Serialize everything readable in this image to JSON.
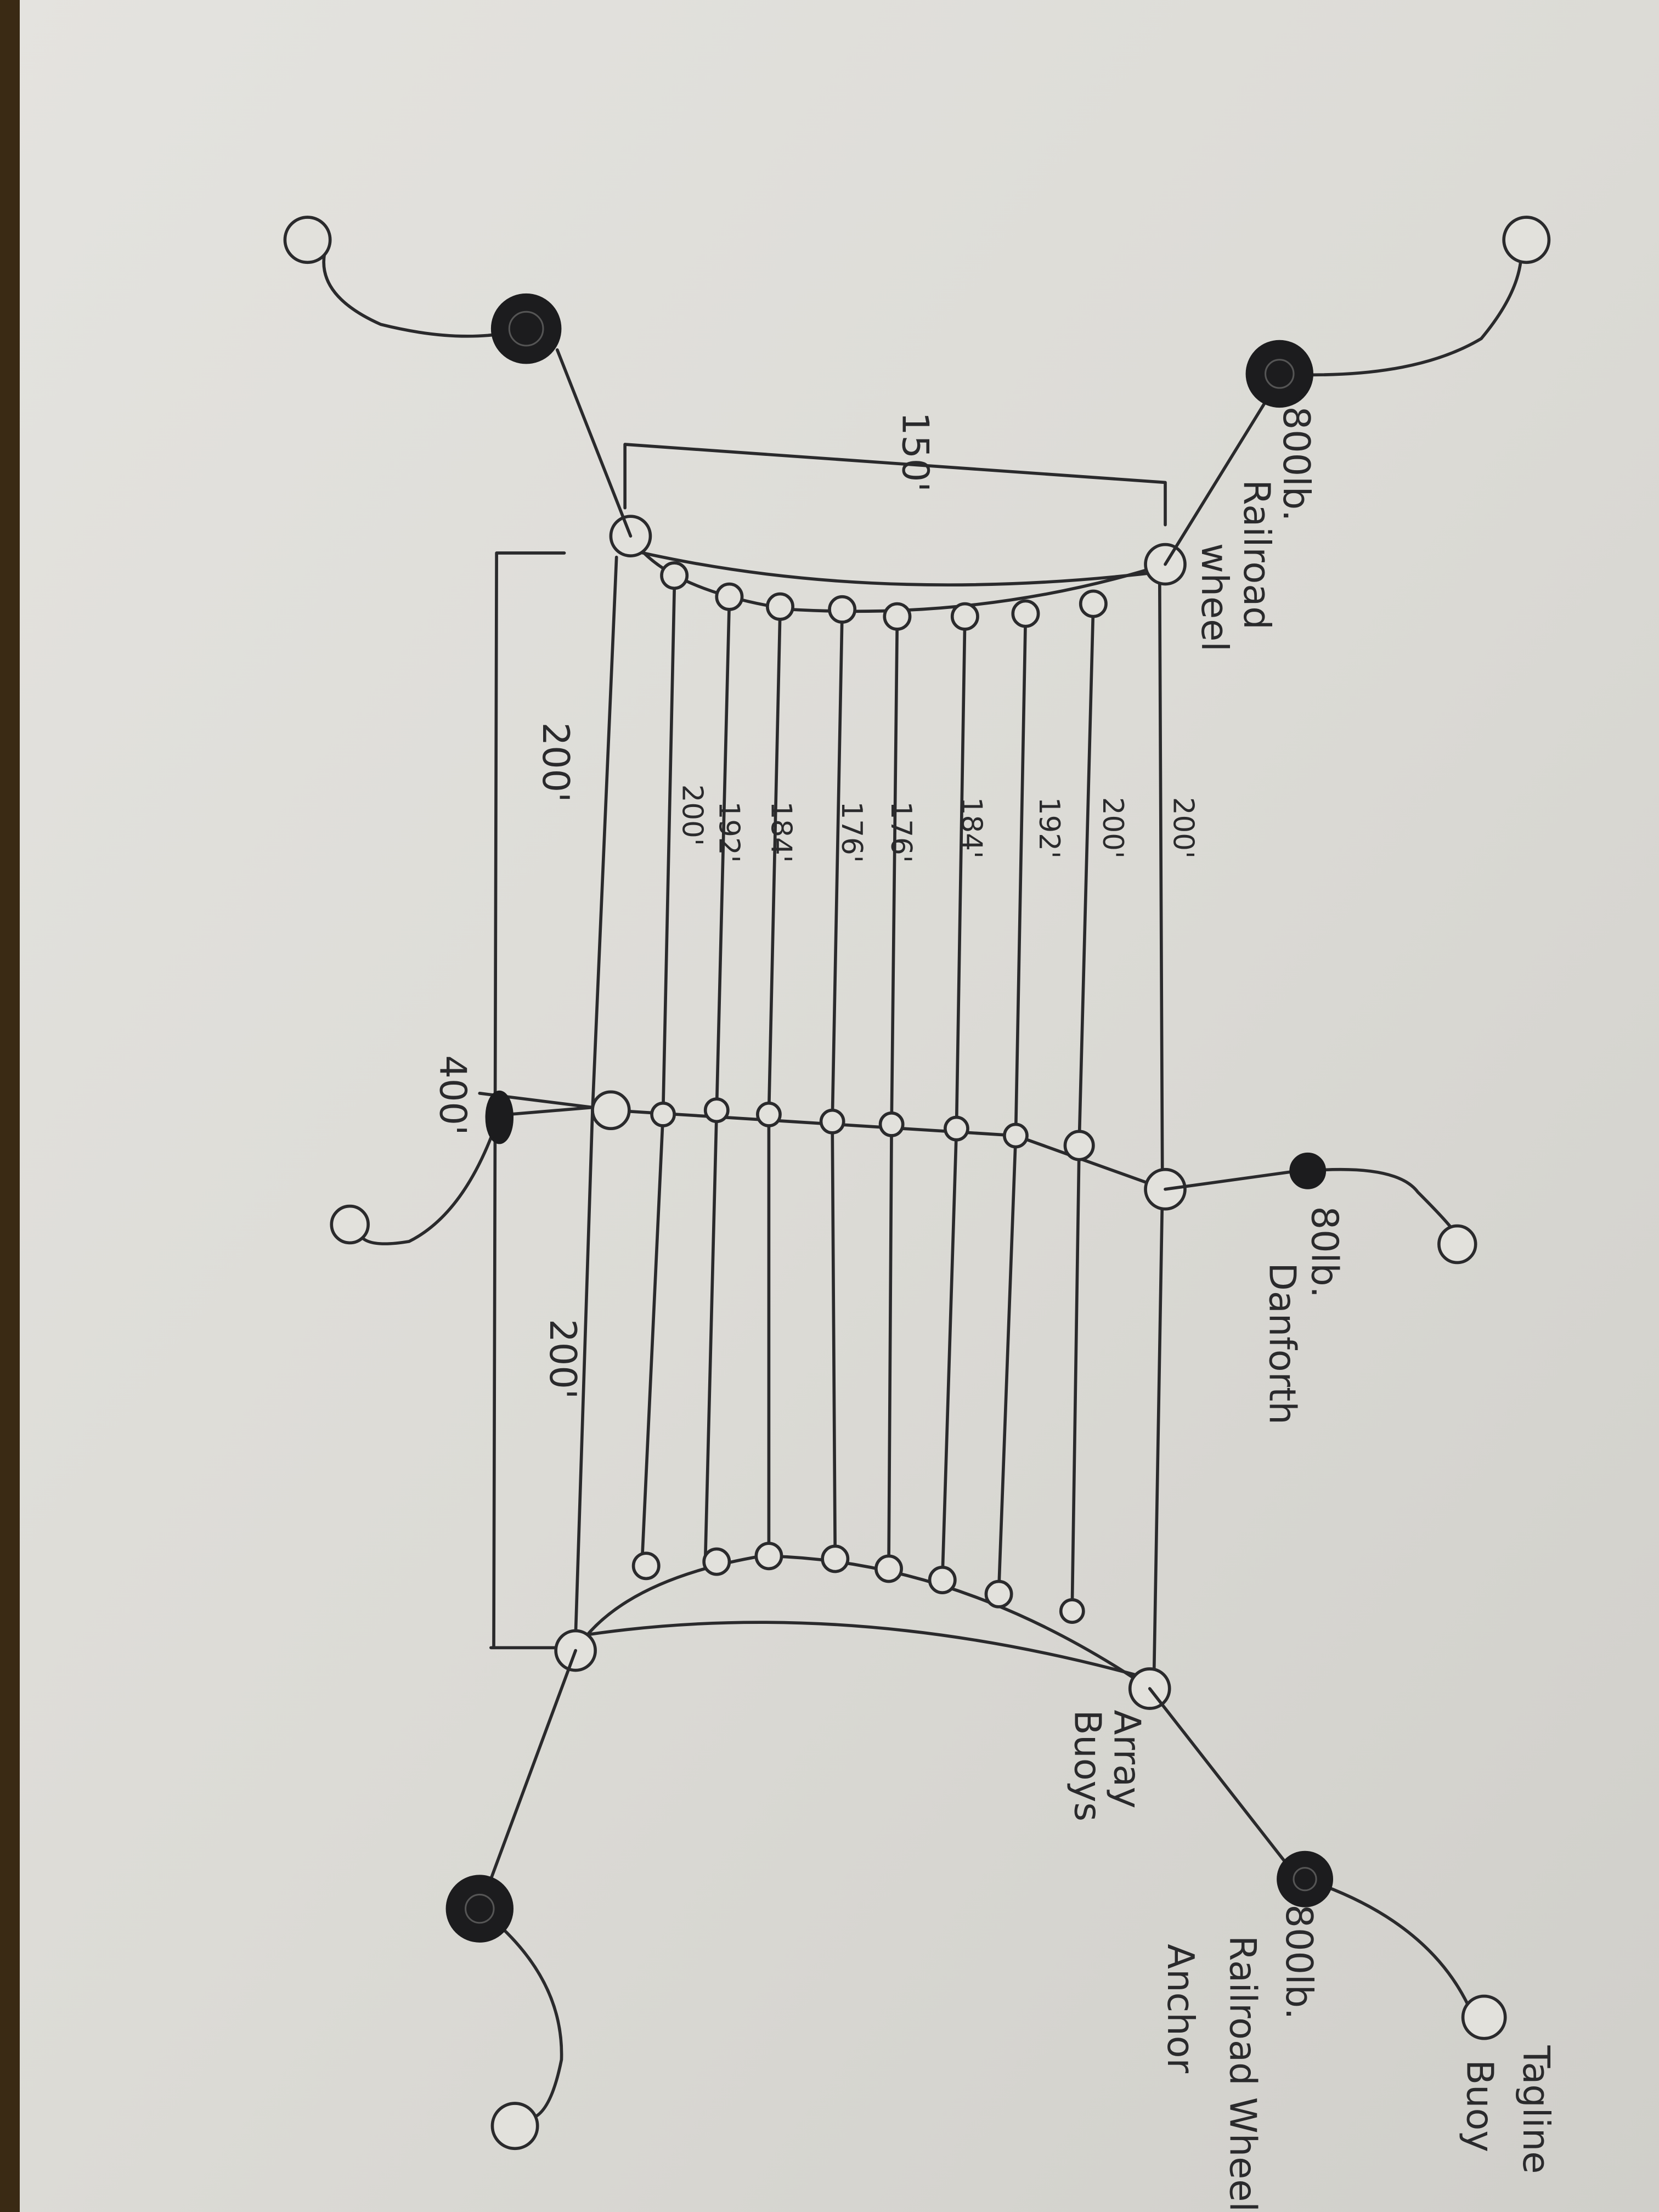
{
  "labels": {
    "top_anchor": [
      "800lb.",
      "Railroad",
      "wheel"
    ],
    "danforth": [
      "80lb.",
      "Danforth"
    ],
    "array_buoys": [
      "Array",
      "Buoys"
    ],
    "bottom_anchor": [
      "800lb.",
      "Railroad Wheel",
      "Anchor"
    ],
    "tagline_buoy": [
      "Tagline",
      "Buoy"
    ]
  },
  "dimensions": {
    "width": "150'",
    "total_length": "400'",
    "half_length_top": "200'",
    "half_length_bottom": "200'"
  },
  "line_lengths": [
    "200'",
    "200'",
    "192'",
    "184'",
    "176'",
    "176'",
    "184'",
    "192'",
    "200'"
  ],
  "colors": {
    "paper": "#d9d8d3",
    "ink": "#2a2a2c"
  }
}
